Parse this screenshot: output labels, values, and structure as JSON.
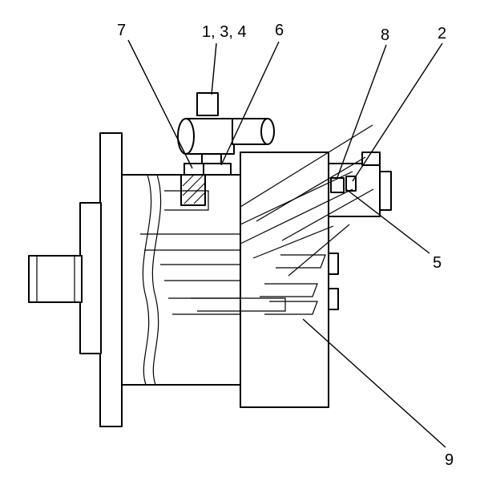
{
  "callouts": {
    "c7": "7",
    "c134": "1, 3, 4",
    "c6": "6",
    "c8": "8",
    "c2": "2",
    "c5": "5",
    "c9": "9"
  }
}
